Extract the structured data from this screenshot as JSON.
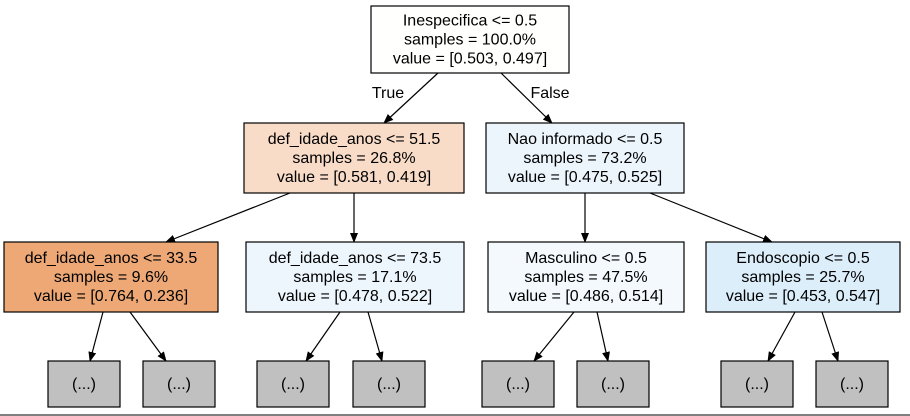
{
  "tree": {
    "nodes": [
      {
        "id": "root",
        "lines": [
          "Inespecifica <= 0.5",
          "samples = 100.0%",
          "value = [0.503, 0.497]"
        ],
        "fill": "#fffffe"
      },
      {
        "id": "n1",
        "lines": [
          "def_idade_anos <= 51.5",
          "samples = 26.8%",
          "value = [0.581, 0.419]"
        ],
        "fill": "#f8dcc8"
      },
      {
        "id": "n2",
        "lines": [
          "Nao informado <= 0.5",
          "samples = 73.2%",
          "value = [0.475, 0.525]"
        ],
        "fill": "#ecf5fc"
      },
      {
        "id": "n3",
        "lines": [
          "def_idade_anos <= 33.5",
          "samples = 9.6%",
          "value = [0.764, 0.236]"
        ],
        "fill": "#eda876"
      },
      {
        "id": "n4",
        "lines": [
          "def_idade_anos <= 73.5",
          "samples = 17.1%",
          "value = [0.478, 0.522]"
        ],
        "fill": "#eef6fd"
      },
      {
        "id": "n5",
        "lines": [
          "Masculino <= 0.5",
          "samples = 47.5%",
          "value = [0.486, 0.514]"
        ],
        "fill": "#f3f9fd"
      },
      {
        "id": "n6",
        "lines": [
          "Endoscopio <= 0.5",
          "samples = 25.7%",
          "value = [0.453, 0.547]"
        ],
        "fill": "#ddeefb"
      },
      {
        "id": "l1",
        "lines": [
          "(...)"
        ],
        "fill": "#c0c0c0"
      },
      {
        "id": "l2",
        "lines": [
          "(...)"
        ],
        "fill": "#c0c0c0"
      },
      {
        "id": "l3",
        "lines": [
          "(...)"
        ],
        "fill": "#c0c0c0"
      },
      {
        "id": "l4",
        "lines": [
          "(...)"
        ],
        "fill": "#c0c0c0"
      },
      {
        "id": "l5",
        "lines": [
          "(...)"
        ],
        "fill": "#c0c0c0"
      },
      {
        "id": "l6",
        "lines": [
          "(...)"
        ],
        "fill": "#c0c0c0"
      },
      {
        "id": "l7",
        "lines": [
          "(...)"
        ],
        "fill": "#c0c0c0"
      },
      {
        "id": "l8",
        "lines": [
          "(...)"
        ],
        "fill": "#c0c0c0"
      }
    ],
    "edges": [
      {
        "from": "root",
        "to": "n1",
        "label": "True"
      },
      {
        "from": "root",
        "to": "n2",
        "label": "False"
      },
      {
        "from": "n1",
        "to": "n3"
      },
      {
        "from": "n1",
        "to": "n4"
      },
      {
        "from": "n2",
        "to": "n5"
      },
      {
        "from": "n2",
        "to": "n6"
      },
      {
        "from": "n3",
        "to": "l1"
      },
      {
        "from": "n3",
        "to": "l2"
      },
      {
        "from": "n4",
        "to": "l3"
      },
      {
        "from": "n4",
        "to": "l4"
      },
      {
        "from": "n5",
        "to": "l5"
      },
      {
        "from": "n5",
        "to": "l6"
      },
      {
        "from": "n6",
        "to": "l7"
      },
      {
        "from": "n6",
        "to": "l8"
      }
    ]
  }
}
